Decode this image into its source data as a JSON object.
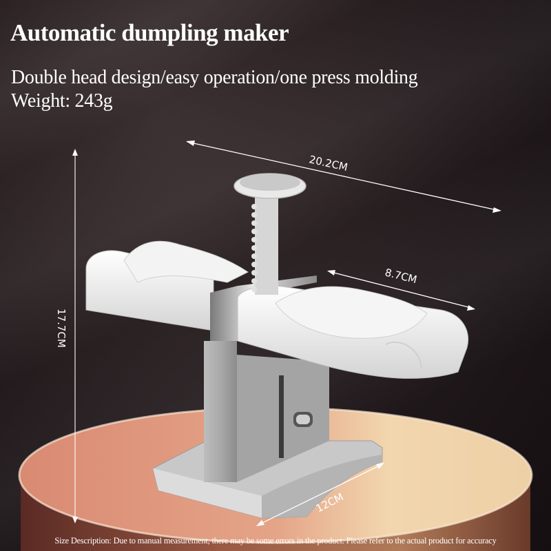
{
  "header": {
    "title": "Automatic dumpling maker",
    "tagline": "Double head design/easy operation/one press molding",
    "weight": "Weight: 243g"
  },
  "dimensions": {
    "length": "20.2CM",
    "height": "17.7CM",
    "head_width": "8.7CM",
    "base_depth": "12CM"
  },
  "footer": {
    "note": "Size Description: Due to manual measurement, there may be some errors in the product. Please refer to the actual product for accuracy"
  },
  "colors": {
    "background": "#1e1618",
    "pedestal_left": "#d98a72",
    "pedestal_right": "#f0d2a8",
    "product": "#e9e9e9",
    "text": "#ffffff"
  }
}
